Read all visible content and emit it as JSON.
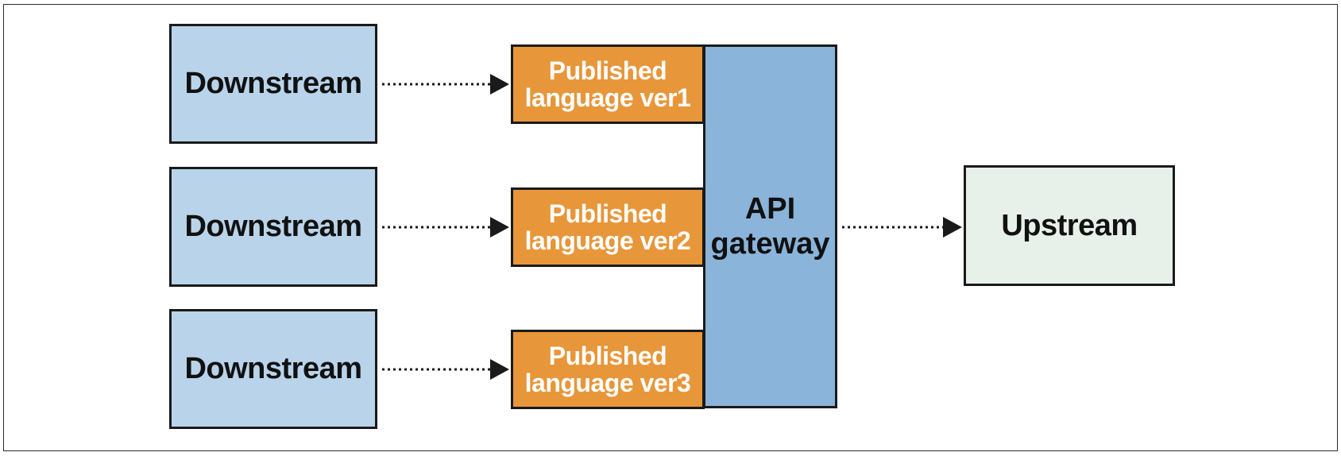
{
  "downstream": [
    {
      "label": "Downstream"
    },
    {
      "label": "Downstream"
    },
    {
      "label": "Downstream"
    }
  ],
  "published_language": [
    {
      "line1": "Published",
      "line2": "language ver1"
    },
    {
      "line1": "Published",
      "line2": "language ver2"
    },
    {
      "line1": "Published",
      "line2": "language ver3"
    }
  ],
  "gateway": {
    "line1": "API",
    "line2": "gateway"
  },
  "upstream": {
    "label": "Upstream"
  },
  "colors": {
    "downstream_fill": "#b9d4ea",
    "published_fill": "#e8963a",
    "gateway_fill": "#8ab4da",
    "upstream_fill": "#e7f1e9",
    "border": "#1a1a1a"
  }
}
